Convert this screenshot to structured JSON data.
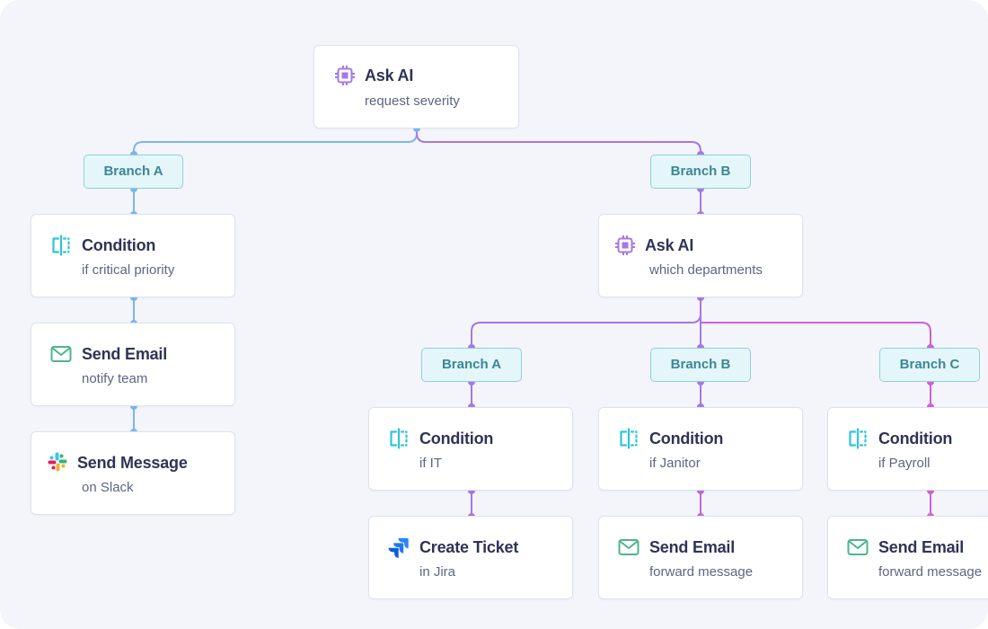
{
  "colors": {
    "background": "#f3f5fb",
    "wire_branch_a": "#7db5ec",
    "wire_branch_b": "#a777e3",
    "wire_branch_c": "#d35fd3",
    "branch_fill": "#e4f6f9",
    "branch_text": "#3c8794"
  },
  "nodes": {
    "root": {
      "icon": "cpu-icon",
      "title": "Ask AI",
      "subtitle": "request severity"
    },
    "left_condition": {
      "icon": "condition-icon",
      "title": "Condition",
      "subtitle": "if critical priority"
    },
    "left_email": {
      "icon": "mail-icon",
      "title": "Send Email",
      "subtitle": "notify team"
    },
    "left_slack": {
      "icon": "slack-icon",
      "title": "Send Message",
      "subtitle": "on Slack"
    },
    "right_ask": {
      "icon": "cpu-icon",
      "title": "Ask AI",
      "subtitle": "which departments"
    },
    "it_condition": {
      "icon": "condition-icon",
      "title": "Condition",
      "subtitle": "if IT"
    },
    "janitor_condition": {
      "icon": "condition-icon",
      "title": "Condition",
      "subtitle": "if Janitor"
    },
    "payroll_condition": {
      "icon": "condition-icon",
      "title": "Condition",
      "subtitle": "if Payroll"
    },
    "jira_ticket": {
      "icon": "jira-icon",
      "title": "Create Ticket",
      "subtitle": "in Jira"
    },
    "janitor_email": {
      "icon": "mail-icon",
      "title": "Send Email",
      "subtitle": "forward message"
    },
    "payroll_email": {
      "icon": "mail-icon",
      "title": "Send Email",
      "subtitle": "forward message"
    }
  },
  "branches": {
    "top_a": "Branch A",
    "top_b": "Branch B",
    "sub_a": "Branch A",
    "sub_b": "Branch B",
    "sub_c": "Branch C"
  }
}
